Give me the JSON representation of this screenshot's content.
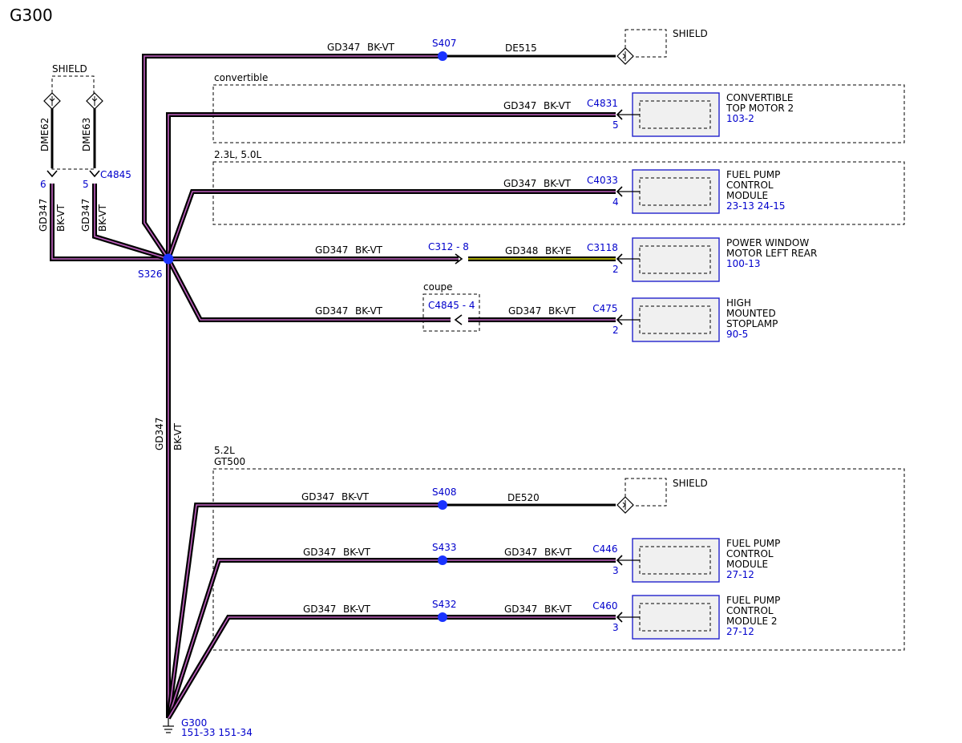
{
  "title": "G300",
  "shield_label": "SHIELD",
  "wire_main": "GD347",
  "color_main": "BK-VT",
  "wire_de515": "DE515",
  "wire_de520": "DE520",
  "wire_gd348": "GD348",
  "color_bkye": "BK-YE",
  "wire_dme62": "DME62",
  "wire_dme63": "DME63",
  "splice_s407": "S407",
  "splice_s326": "S326",
  "splice_s408": "S408",
  "splice_s433": "S433",
  "splice_s432": "S432",
  "conn_c4845": "C4845",
  "pin_6": "6",
  "pin_5": "5",
  "option_convertible": "convertible",
  "option_engine": "2.3L, 5.0L",
  "option_coupe": "coupe",
  "option_52": "5.2L",
  "option_gt500": "GT500",
  "inline_c312": "C312   - 8",
  "inline_c4845": "C4845   - 4",
  "components": [
    {
      "conn": "C4831",
      "pin": "5",
      "lines": [
        "CONVERTIBLE",
        "TOP MOTOR 2"
      ],
      "ref": "103-2"
    },
    {
      "conn": "C4033",
      "pin": "4",
      "lines": [
        "FUEL PUMP",
        "CONTROL",
        "MODULE"
      ],
      "ref": "23-13   24-15"
    },
    {
      "conn": "C3118",
      "pin": "2",
      "lines": [
        "POWER WINDOW",
        "MOTOR LEFT REAR"
      ],
      "ref": "100-13"
    },
    {
      "conn": "C475",
      "pin": "2",
      "lines": [
        "HIGH",
        "MOUNTED",
        "STOPLAMP"
      ],
      "ref": "90-5"
    },
    {
      "conn": "C446",
      "pin": "3",
      "lines": [
        "FUEL PUMP",
        "CONTROL",
        "MODULE"
      ],
      "ref": "27-12"
    },
    {
      "conn": "C460",
      "pin": "3",
      "lines": [
        "FUEL PUMP",
        "CONTROL",
        "MODULE 2"
      ],
      "ref": "27-12"
    }
  ],
  "ground": {
    "name": "G300",
    "refs": "151-33   151-34"
  }
}
